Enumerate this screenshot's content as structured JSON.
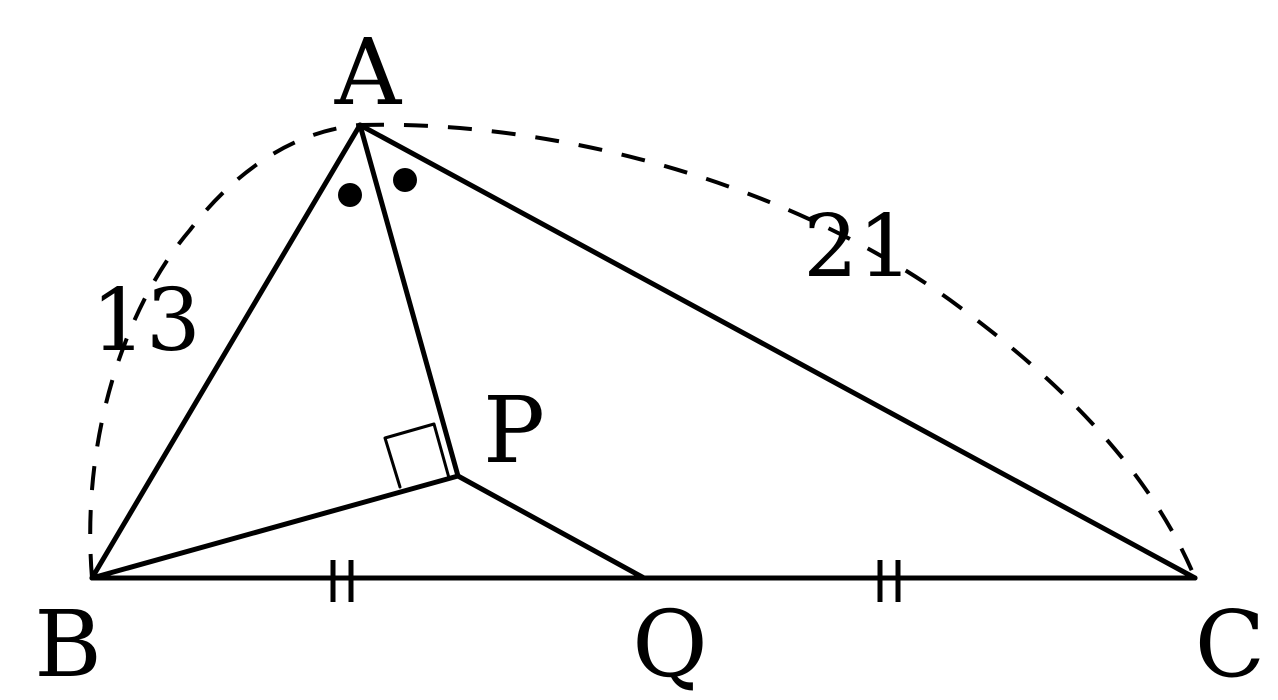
{
  "points": {
    "A": "A",
    "B": "B",
    "C": "C",
    "P": "P",
    "Q": "Q"
  },
  "lengths": {
    "AB": "13",
    "AC": "21"
  }
}
